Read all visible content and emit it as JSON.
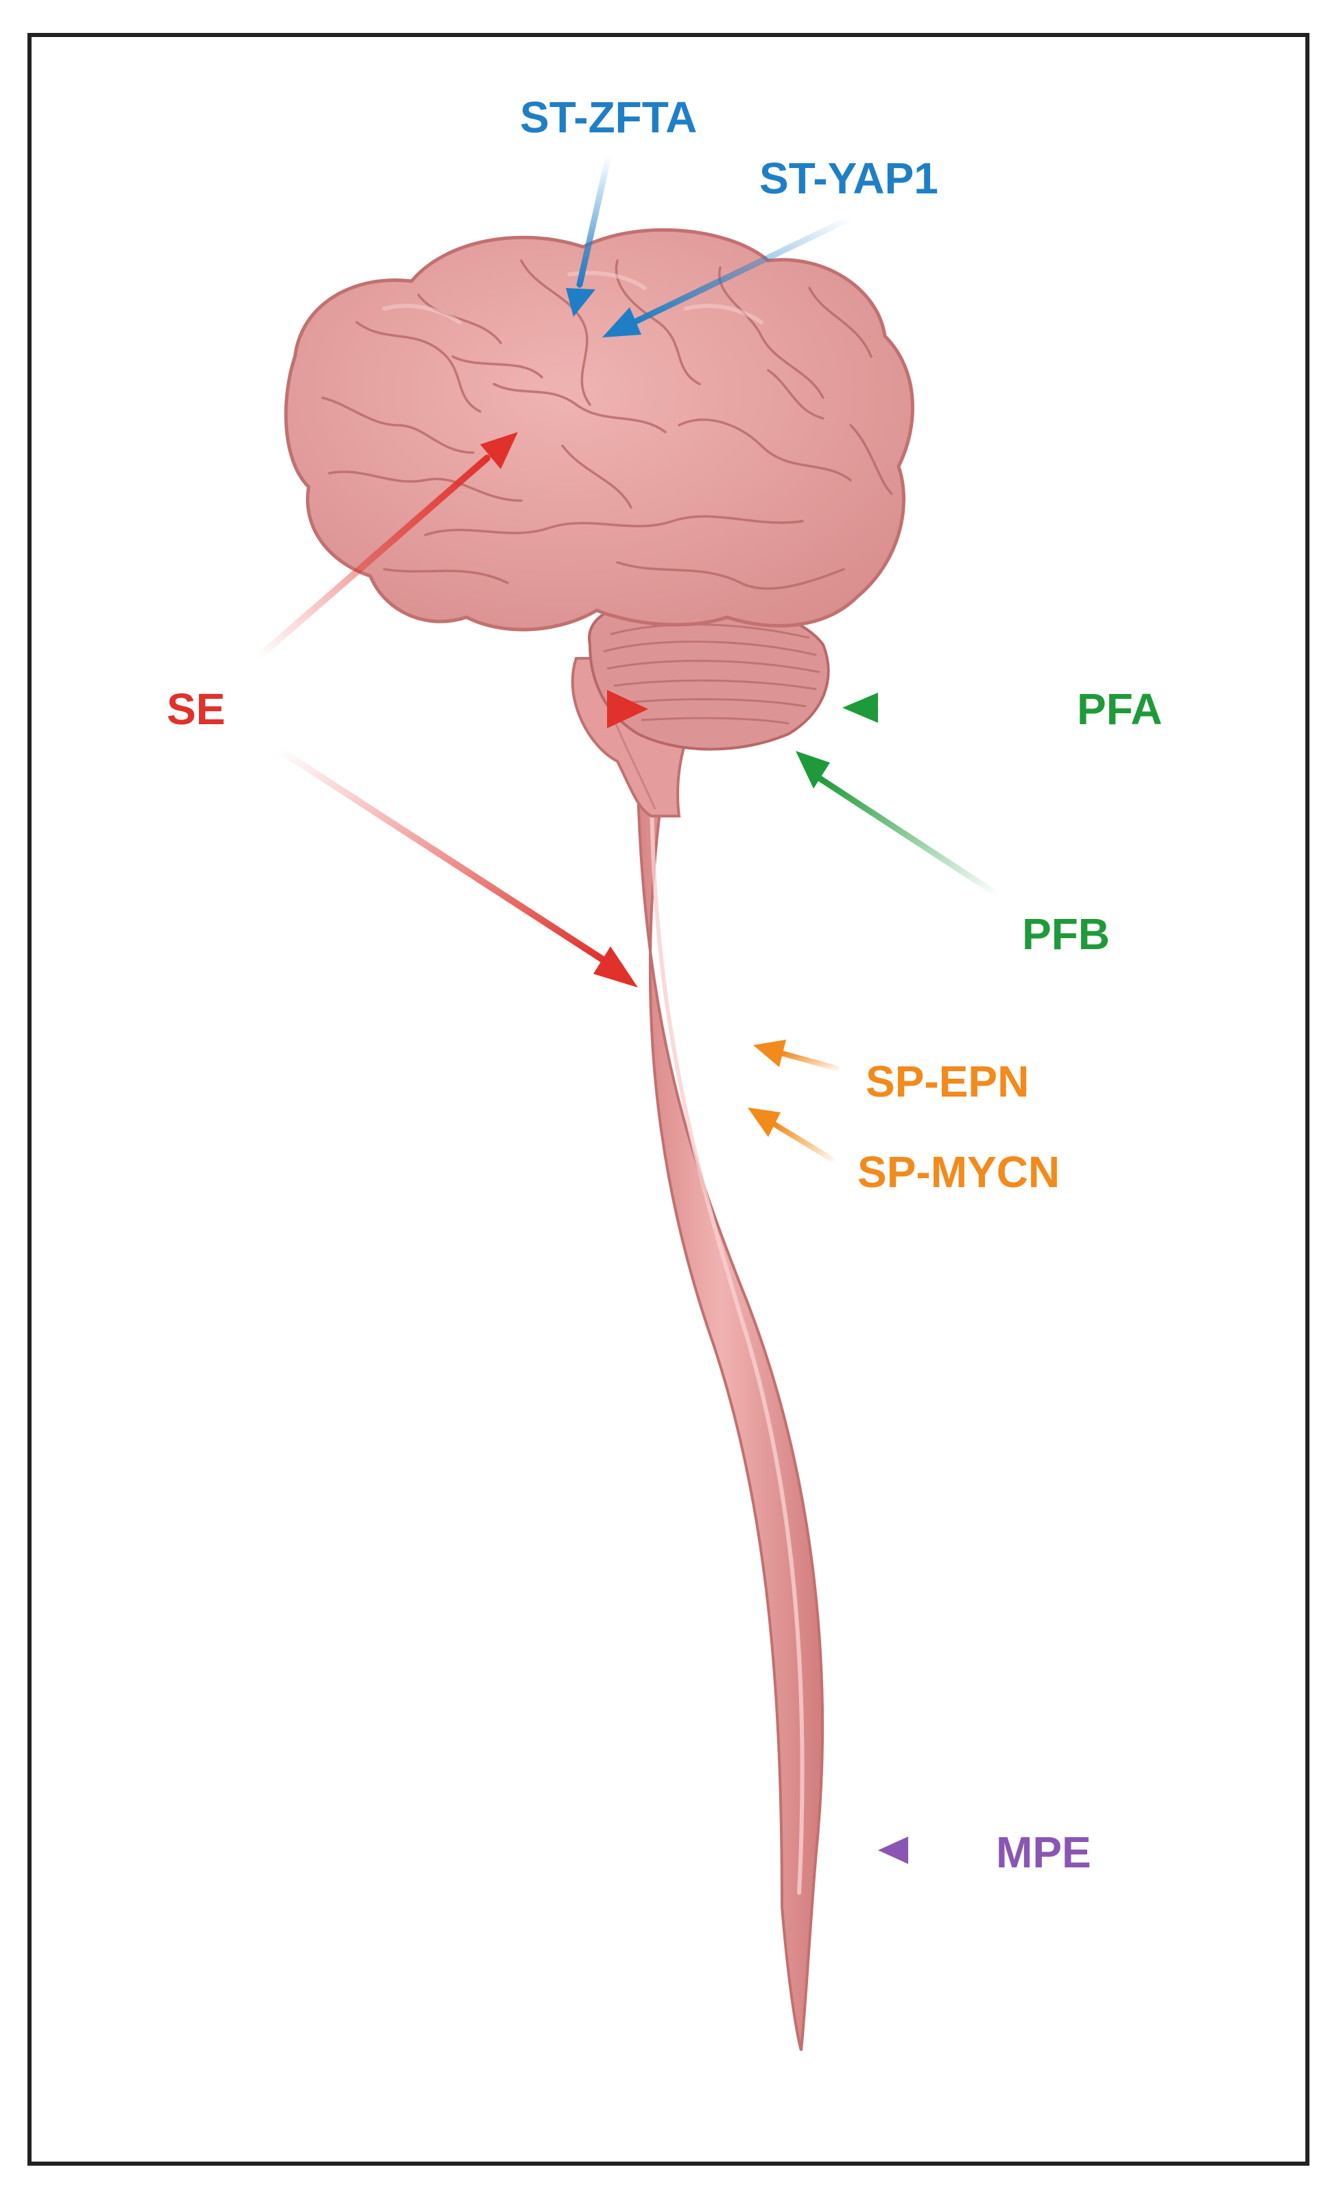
{
  "labels": {
    "st_zfta": "ST-ZFTA",
    "st_yap1": "ST-YAP1",
    "se": "SE",
    "pfa": "PFA",
    "pfb": "PFB",
    "sp_epn": "SP-EPN",
    "sp_mycn": "SP-MYCN",
    "mpe": "MPE"
  },
  "colors": {
    "supratentorial": "#1f7fc6",
    "spinal_ependymoma": "#e0312b",
    "posterior_fossa": "#1f9a3a",
    "spinal": "#f28a1c",
    "myxopapillary": "#8a56b3",
    "tissue": "#e8a3a3",
    "tissue_dark": "#c97a7a",
    "tissue_light": "#f3c4c2"
  }
}
